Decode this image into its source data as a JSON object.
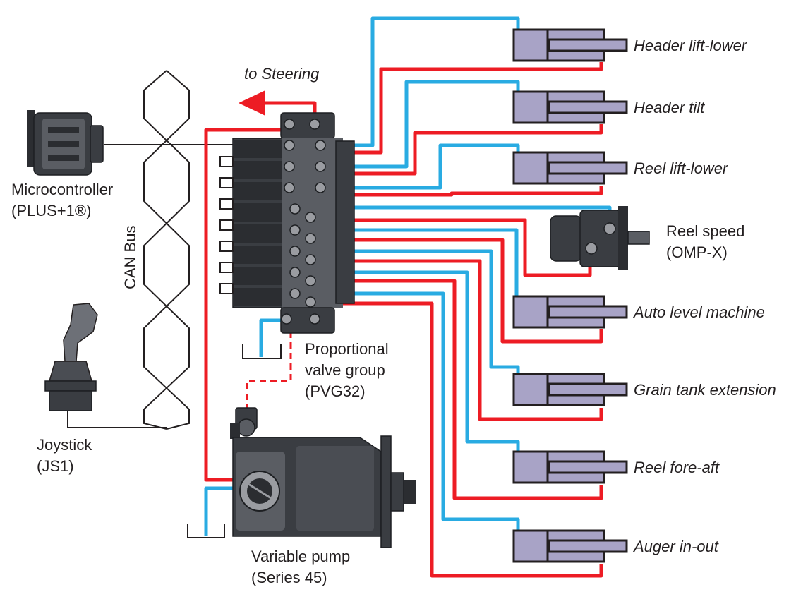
{
  "labels": {
    "microcontroller": "Microcontroller",
    "microcontroller_model": "(PLUS+1®)",
    "can_bus": "CAN Bus",
    "joystick": "Joystick",
    "joystick_model": "(JS1)",
    "to_steering": "to Steering",
    "valve_group_line1": "Proportional",
    "valve_group_line2": "valve group",
    "valve_group_model": "(PVG32)",
    "pump": "Variable pump",
    "pump_model": "(Series 45)",
    "reel_speed": "Reel speed",
    "reel_speed_model": "(OMP-X)"
  },
  "actuators": [
    "Header lift-lower",
    "Header tilt",
    "Reel lift-lower",
    "Auto level machine",
    "Grain tank extension",
    "Reel fore-aft",
    "Auger in-out"
  ],
  "colors": {
    "pressure_line": "#ed1c24",
    "return_line": "#29abe2",
    "cylinder": "#a8a3c6",
    "component_body": "#3a3d42"
  }
}
